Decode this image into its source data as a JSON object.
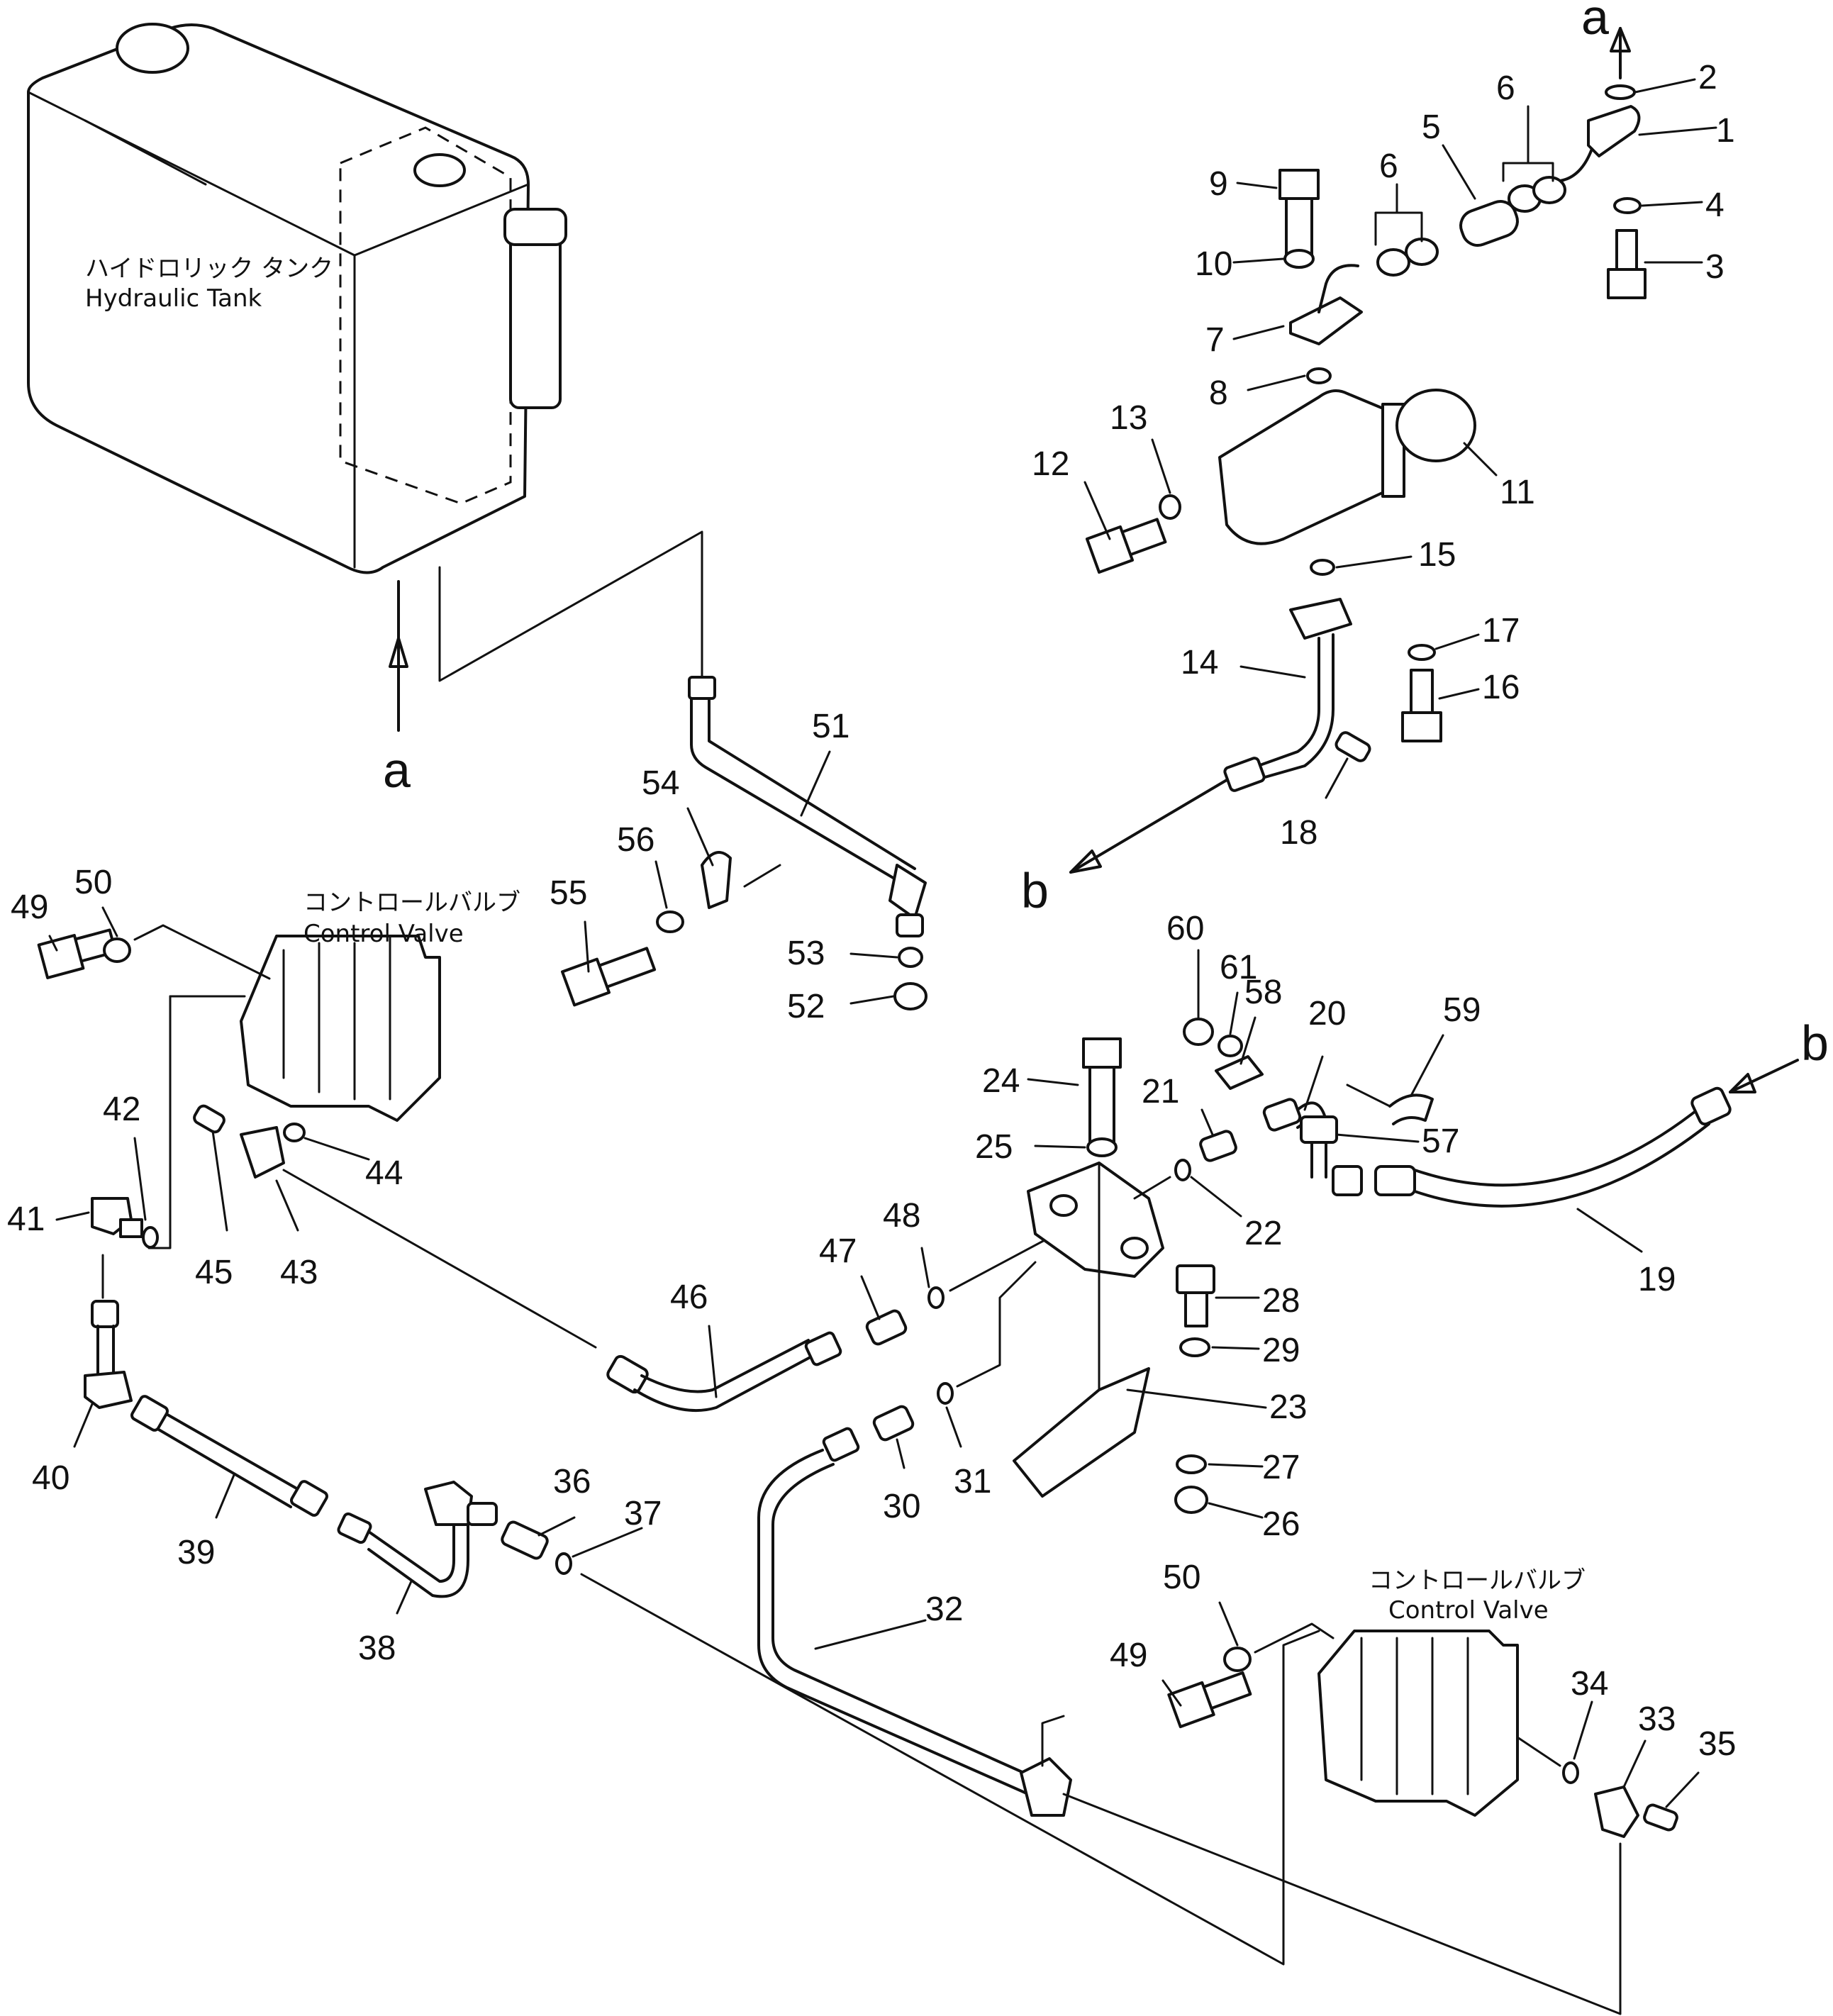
{
  "labels": {
    "hydraulic_tank_jp": "ハイドロリック タンク",
    "hydraulic_tank_en": "Hydraulic Tank",
    "control_valve_jp": "コントロールバルブ",
    "control_valve_en": "Control Valve",
    "ref_a": "a",
    "ref_b": "b"
  },
  "part_numbers": [
    "1",
    "2",
    "3",
    "4",
    "5",
    "6",
    "7",
    "8",
    "9",
    "10",
    "11",
    "12",
    "13",
    "14",
    "15",
    "16",
    "17",
    "18",
    "19",
    "20",
    "21",
    "22",
    "23",
    "24",
    "25",
    "26",
    "27",
    "28",
    "29",
    "30",
    "31",
    "32",
    "33",
    "34",
    "35",
    "36",
    "37",
    "38",
    "39",
    "40",
    "41",
    "42",
    "43",
    "44",
    "45",
    "46",
    "47",
    "48",
    "49",
    "50",
    "51",
    "52",
    "53",
    "54",
    "55",
    "56",
    "57",
    "58",
    "59",
    "60",
    "61"
  ]
}
